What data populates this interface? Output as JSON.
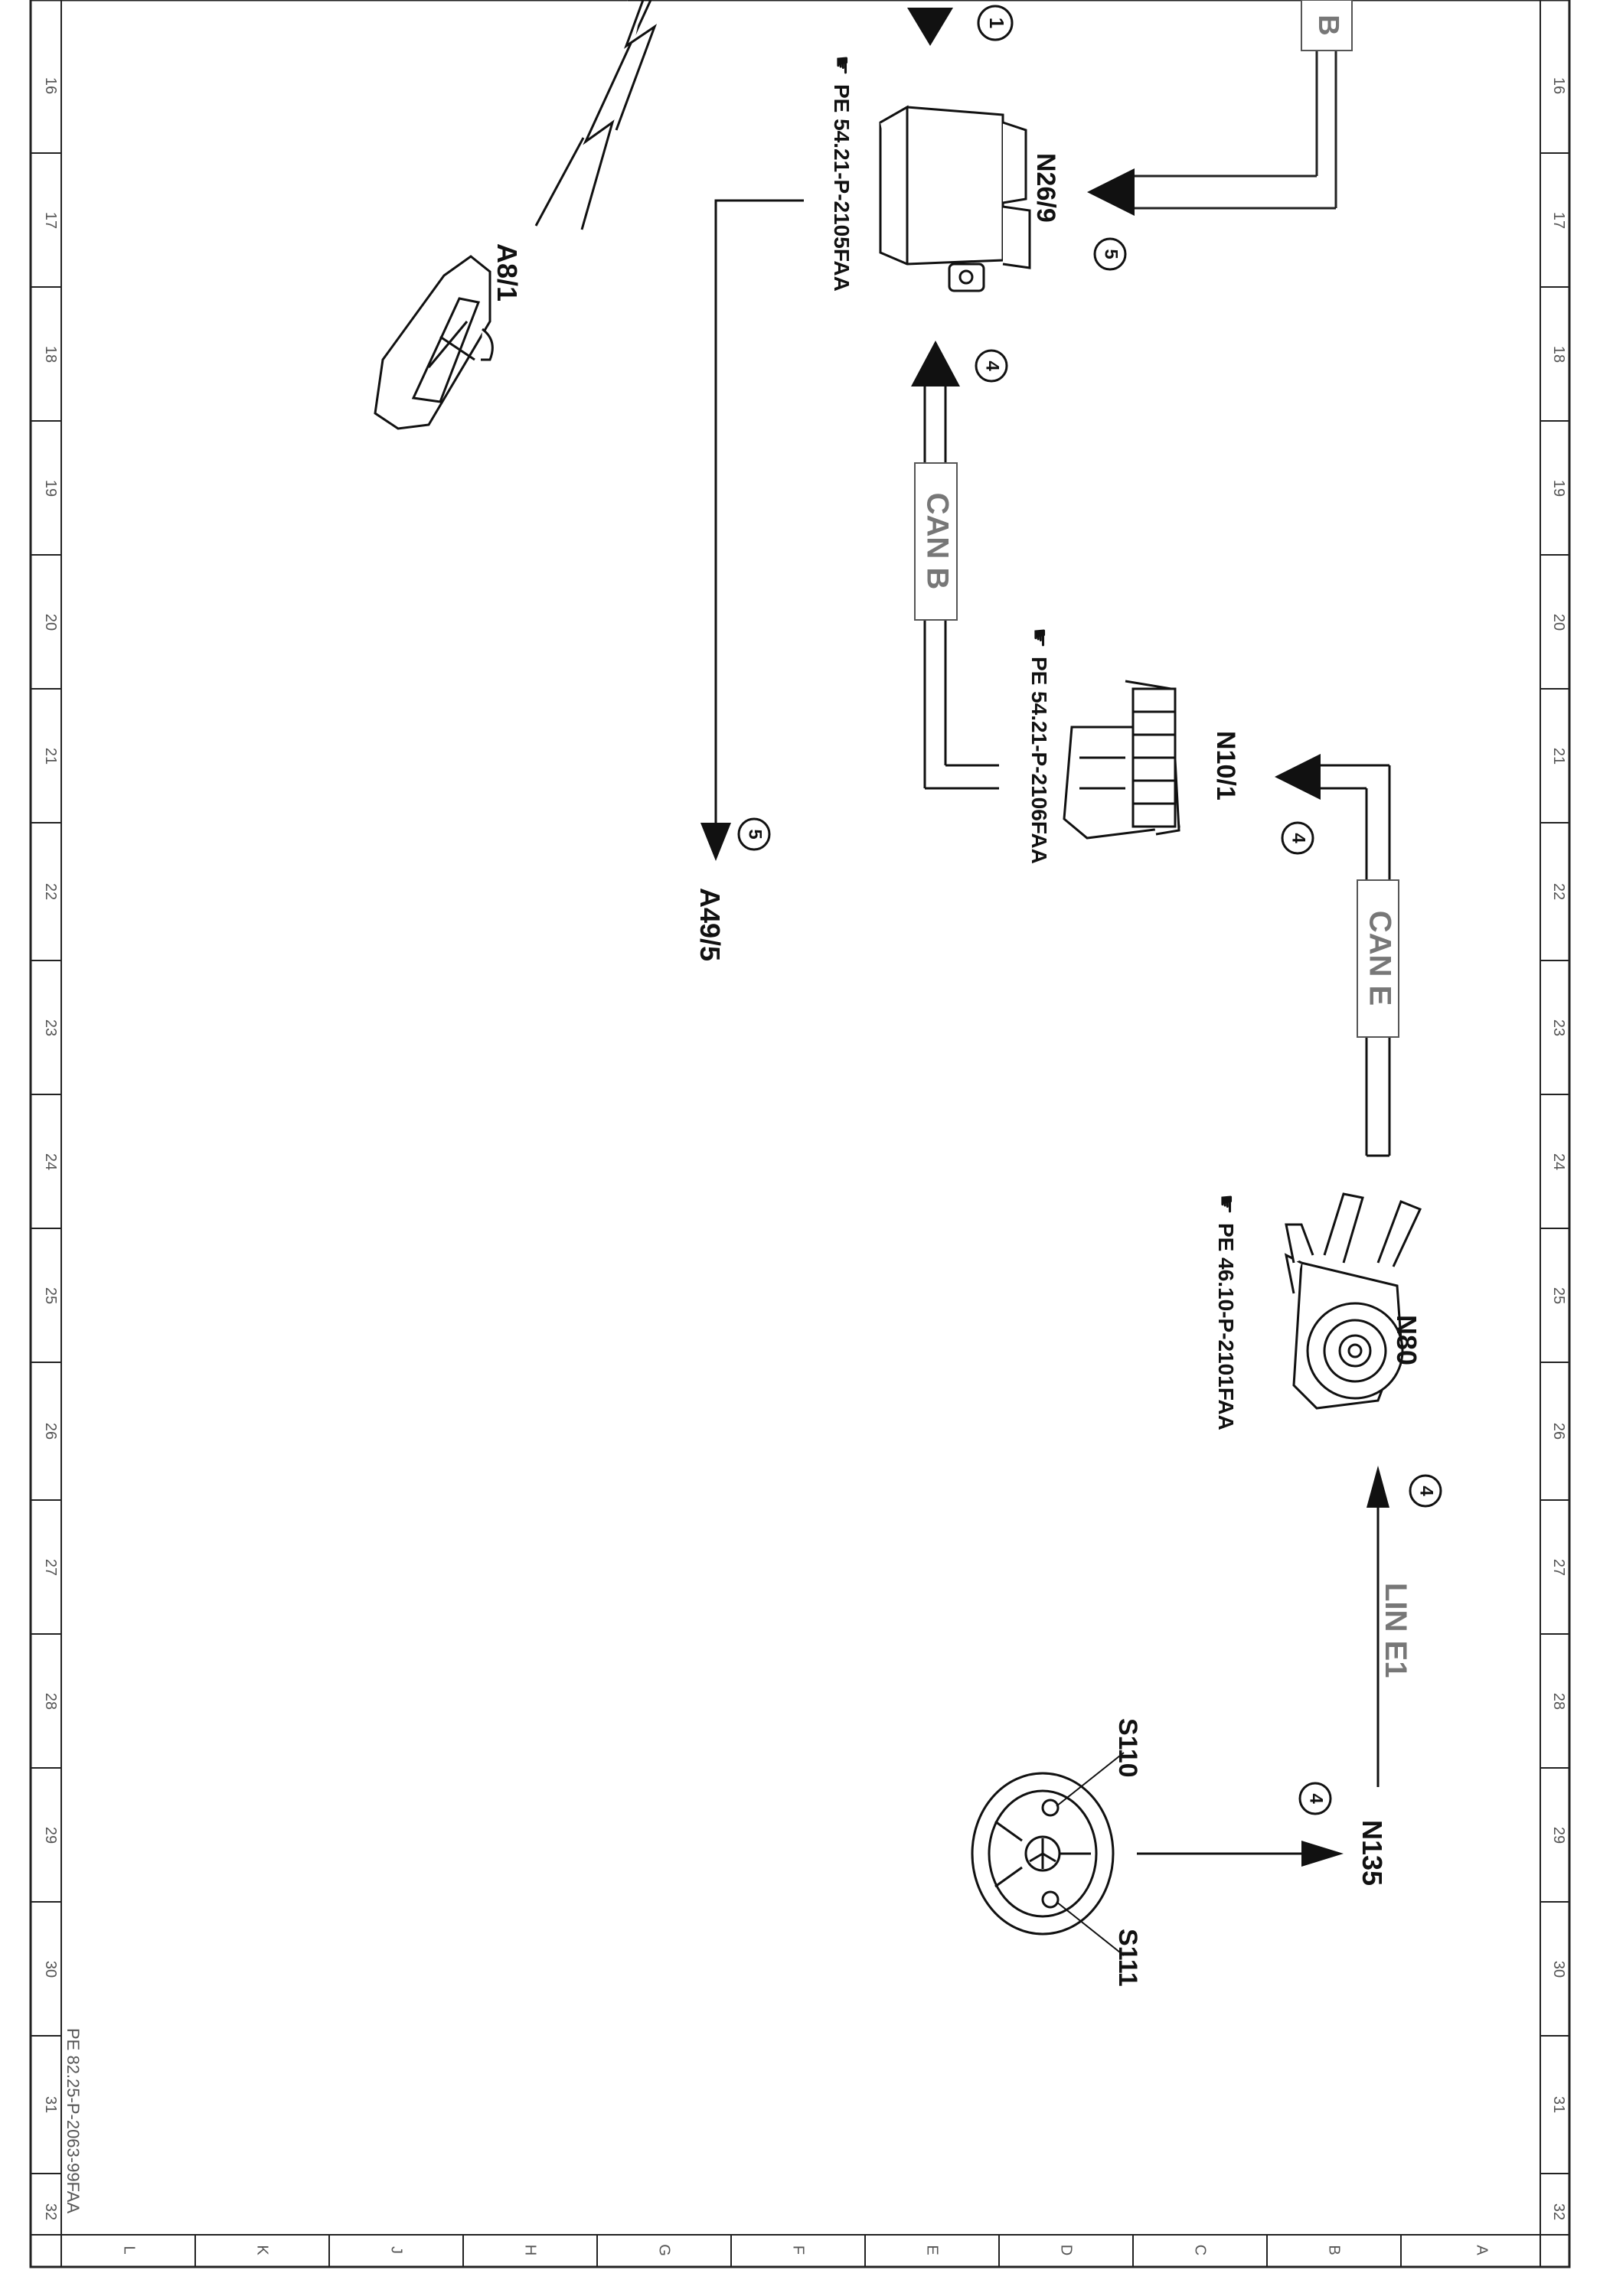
{
  "ruler": {
    "rows": [
      "16",
      "17",
      "18",
      "19",
      "20",
      "21",
      "22",
      "23",
      "24",
      "25",
      "26",
      "27",
      "28",
      "29",
      "30",
      "31",
      "32"
    ],
    "columns": [
      "L",
      "K",
      "J",
      "H",
      "G",
      "F",
      "E",
      "D",
      "C",
      "B",
      "A"
    ]
  },
  "doc_id": "PE 82.25-P-2063-99FAA",
  "components": {
    "a8_1": "A8/1",
    "n26_9": "N26/9",
    "n10_1": "N10/1",
    "n80": "N80",
    "n135": "N135",
    "s110": "S110",
    "s111": "S111",
    "a49_5": "A49/5"
  },
  "references": {
    "n26_9": "PE 54.21-P-2105FAA",
    "n10_1": "PE 54.21-P-2106FAA",
    "n80": "PE 46.10-P-2101FAA"
  },
  "buses": {
    "can_b_top": "B",
    "can_b": "CAN B",
    "can_e": "CAN E",
    "lin_e1": "LIN E1"
  },
  "markers": {
    "m1": "1",
    "m4a": "4",
    "m4b": "4",
    "m4c": "4",
    "m4d": "4",
    "m5a": "5",
    "m5b": "5"
  }
}
